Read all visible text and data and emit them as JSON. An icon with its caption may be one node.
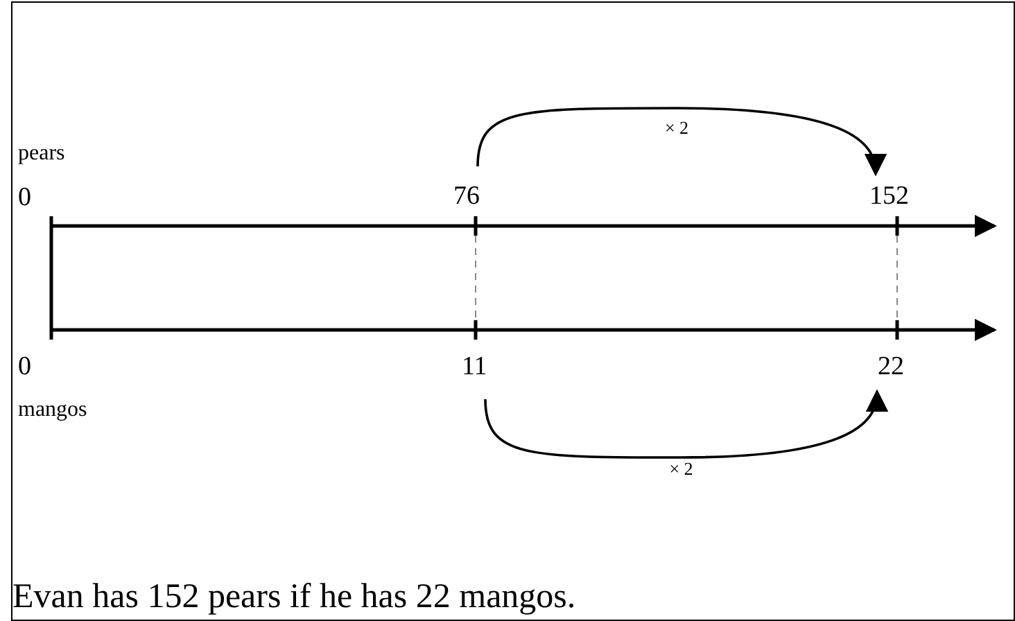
{
  "diagram": {
    "caption": "Evan has 152 pears if he has 22 mangos.",
    "nodes": [
      {
        "text": [
          "76"
        ]
      },
      {
        "text": [
          "152"
        ]
      },
      {
        "text": [
          "11"
        ]
      },
      {
        "text": [
          "22"
        ]
      }
    ],
    "edges": [
      {
        "from": 0,
        "to": 1,
        "arrow": "to",
        "label": "× 2"
      },
      {
        "from": 2,
        "to": 3,
        "arrow": "to",
        "label": "× 2"
      }
    ],
    "labels": [
      "pears",
      "0",
      "0",
      "mangos"
    ]
  }
}
